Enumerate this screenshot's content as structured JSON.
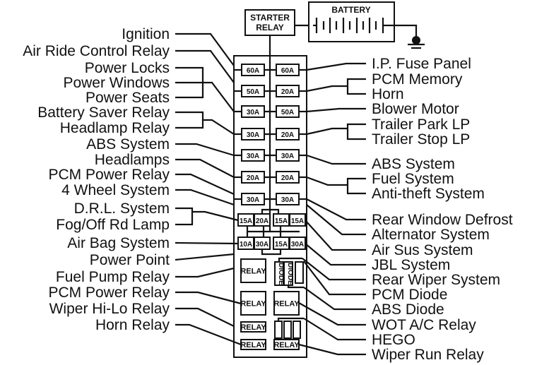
{
  "diagram": {
    "type": "fuse-box-layout",
    "components": {
      "starter_relay": "STARTER\nRELAY",
      "starter_relay_line1": "STARTER",
      "starter_relay_line2": "RELAY",
      "battery": "BATTERY",
      "ground": "ground-symbol"
    },
    "fuses_left_column": [
      "60A",
      "50A",
      "30A",
      "30A",
      "30A",
      "20A",
      "30A"
    ],
    "fuses_right_column": [
      "60A",
      "20A",
      "50A",
      "20A",
      "30A",
      "20A",
      "30A"
    ],
    "mini_fuses_row1": [
      "15A",
      "20A",
      "15A",
      "15A"
    ],
    "mini_fuses_row2": [
      "10A",
      "30A",
      "15A",
      "30A"
    ],
    "relays": [
      "RELAY",
      "RELAY",
      "RELAY",
      "RELAY",
      "RELAY",
      "RELAY"
    ],
    "diodes": [
      "DIODE",
      "DIODE"
    ],
    "left_labels": [
      "Ignition",
      "Air Ride Control Relay",
      "Power Locks",
      "Power Windows",
      "Power Seats",
      "Battery Saver Relay",
      "Headlamp Relay",
      "ABS System",
      "Headlamps",
      "PCM Power Relay",
      "4 Wheel System",
      "D.R.L. System",
      "Fog/Off Rd Lamp",
      "Air Bag System",
      "Power Point",
      "Fuel Pump Relay",
      "PCM Power Relay",
      "Wiper Hi-Lo Relay",
      "Horn Relay"
    ],
    "right_labels": [
      "I.P. Fuse Panel",
      "PCM Memory",
      "Horn",
      "Blower Motor",
      "Trailer Park LP",
      "Trailer Stop LP",
      "ABS System",
      "Fuel System",
      "Anti-theft System",
      "Rear Window Defrost",
      "Alternator System",
      "Air Sus System",
      "JBL System",
      "Rear Wiper System",
      "PCM Diode",
      "ABS Diode",
      "WOT A/C Relay",
      "HEGO",
      "Wiper Run Relay"
    ]
  }
}
